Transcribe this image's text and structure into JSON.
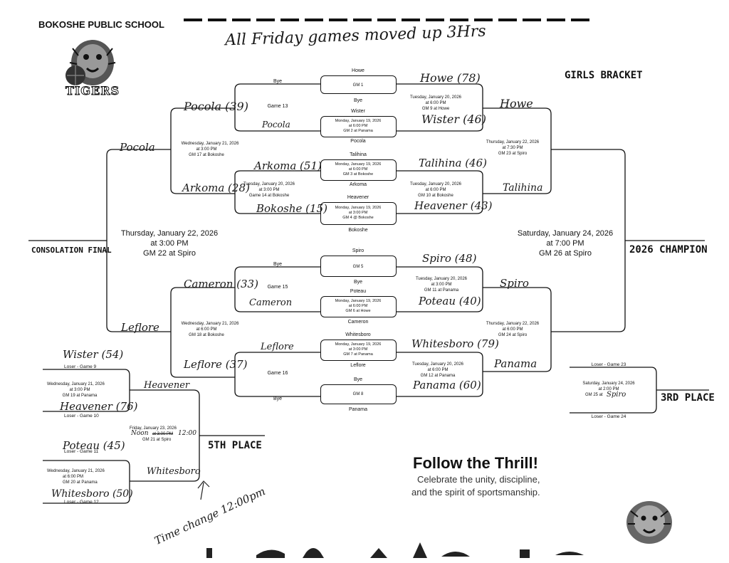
{
  "header": {
    "school": "BOKOSHE PUBLIC SCHOOL",
    "note": "All Friday games moved up 3Hrs"
  },
  "labels": {
    "girls_bracket": "GIRLS BRACKET",
    "consolation_final": "CONSOLATION FINAL",
    "champion": "2026 CHAMPION",
    "third_place": "3RD PLACE",
    "fifth_place": "5TH PLACE"
  },
  "logo": {
    "text": "TIGERS"
  },
  "games": {
    "gm1": {
      "top": "Howe",
      "label": "GM 1",
      "bottom": "Bye"
    },
    "gm2": {
      "top": "Wister",
      "sched": [
        "Monday, January 19, 2026",
        "at 6:00 PM",
        "GM 2 at Panama"
      ],
      "bottom": "Pocola"
    },
    "gm3": {
      "top": "Talihina",
      "sched": [
        "Monday, January 19, 2026",
        "at 6:00 PM",
        "GM 3 at Bokoshe"
      ],
      "bottom": "Arkoma"
    },
    "gm4": {
      "top": "Heavener",
      "sched": [
        "Monday, January 19, 2026",
        "at 3:00 PM",
        "GM 4 @ Bokoshe"
      ],
      "bottom": "Bokoshe"
    },
    "gm5": {
      "top": "Spiro",
      "label": "GM 5",
      "bottom": "Bye"
    },
    "gm6": {
      "top": "Poteau",
      "sched": [
        "Monday, January 19, 2026",
        "at 6:00 PM",
        "GM 6 at Howe"
      ],
      "bottom": "Cameron"
    },
    "gm7": {
      "top": "Whitesboro",
      "sched": [
        "Monday, January 19, 2026",
        "at 3:00 PM",
        "GM 7 at Panama"
      ],
      "bottom": "Leflore"
    },
    "gm8": {
      "top": "Bye",
      "label": "GM 8",
      "bottom": "Panama"
    }
  },
  "round2": {
    "game13": {
      "top": "Bye",
      "label": "Game 13"
    },
    "game14": {
      "sched": [
        "Tuesday, January 20, 2026",
        "at 3:00 PM",
        "Game 14 at Bokoshe"
      ]
    },
    "game15": {
      "top": "Bye",
      "label": "Game 15"
    },
    "game16": {
      "label": "Game 16",
      "bottom": "Bye"
    },
    "gm9": {
      "sched": [
        "Tuesday, January 20, 2026",
        "at 6:00 PM",
        "GM 9 at Howe"
      ]
    },
    "gm10": {
      "sched": [
        "Tuesday, January 20, 2026",
        "at 6:00 PM",
        "GM 10 at Bokoshe"
      ]
    },
    "gm11": {
      "sched": [
        "Tuesday, January 20, 2026",
        "at 3:00 PM",
        "GM 11 at Panama"
      ]
    },
    "gm12": {
      "sched": [
        "Tuesday, January 20, 2026",
        "at 6:00 PM",
        "GM 12 at Panama"
      ]
    }
  },
  "round3": {
    "gm17": [
      "Wednesday, January 21, 2026",
      "at 3:00 PM",
      "GM 17 at Bokoshe"
    ],
    "gm18": [
      "Wednesday, January 21, 2026",
      "at 6:00 PM",
      "GM 18 at Bokoshe"
    ],
    "gm23": [
      "Thursday, January 22, 2026",
      "at 7:30 PM",
      "GM 23 at Spiro"
    ],
    "gm24": [
      "Thursday, January 22, 2026",
      "at 6:00 PM",
      "GM 24 at Spiro"
    ]
  },
  "gm22": [
    "Thursday, January 22, 2026",
    "at 3:00 PM",
    "GM 22 at Spiro"
  ],
  "gm26": [
    "Saturday, January 24, 2026",
    "at 7:00 PM",
    "GM 26 at Spiro"
  ],
  "third": {
    "top": "Loser - Game 23",
    "sched": [
      "Saturday, January 24, 2026",
      "at 2:00 PM",
      "GM 25 at"
    ],
    "bottom": "Loser - Game 24",
    "hand_site": "Spiro"
  },
  "consolation": {
    "gm19": {
      "top": "Loser - Game 9",
      "sched": [
        "Wednesday, January 21, 2026",
        "at 3:00 PM",
        "GM 19 at Panama"
      ],
      "bottom": "Loser - Game 10"
    },
    "gm20": {
      "top": "Loser - Game 11",
      "sched": [
        "Wednesday, January 21, 2026",
        "at 6:00 PM",
        "GM 20 at Panama"
      ],
      "bottom": "Loser - Game 12"
    },
    "gm21": {
      "sched": [
        "Friday, January 23, 2026",
        "at 3:00 PM",
        "GM 21 at Spiro"
      ],
      "hand_time": "Noon",
      "hand_time2": "12:00"
    }
  },
  "handwritten": {
    "howe78": "Howe (78)",
    "pocola39": "Pocola (39)",
    "pocola_g2": "Pocola",
    "wister46": "Wister (46)",
    "howe_r3": "Howe",
    "pocola_r3": "Pocola",
    "arkoma51": "Arkoma (51)",
    "talihina46": "Talihina (46)",
    "arkoma28": "Arkoma (28)",
    "talihina_r3": "Talihina",
    "bokoshe15": "Bokoshe (15)",
    "heavener43": "Heavener (43)",
    "spiro48": "Spiro (48)",
    "cameron33": "Cameron (33)",
    "spiro_r3": "Spiro",
    "cameron_g6": "Cameron",
    "poteau40": "Poteau (40)",
    "leflore_r4": "Leflore",
    "leflore_g7": "Leflore",
    "whitesboro79": "Whitesboro (79)",
    "leflore37": "Leflore (37)",
    "panama_r3": "Panama",
    "panama60": "Panama (60)",
    "wister54": "Wister (54)",
    "heavener76": "Heavener (76)",
    "heavener_c": "Heavener",
    "poteau45": "Poteau (45)",
    "whitesboro50": "Whitesboro (50)",
    "whitesboro_c": "Whitesboro",
    "time_change": "Time change 12:00pm"
  },
  "promo": {
    "title": "Follow the Thrill!",
    "line1": "Celebrate the unity, discipline,",
    "line2": "and the spirit of sportsmanship."
  }
}
